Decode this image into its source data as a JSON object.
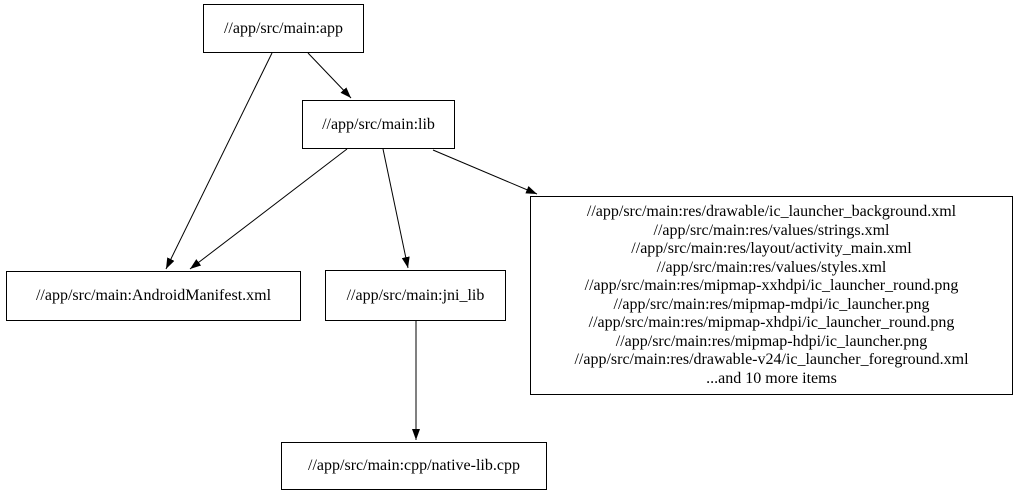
{
  "graph": {
    "background_color": "#ffffff",
    "node_border_color": "#000000",
    "edge_color": "#000000",
    "text_color": "#000000",
    "nodes": {
      "app": {
        "label": "//app/src/main:app"
      },
      "lib": {
        "label": "//app/src/main:lib"
      },
      "manifest": {
        "label": "//app/src/main:AndroidManifest.xml"
      },
      "jni_lib": {
        "label": "//app/src/main:jni_lib"
      },
      "native_lib": {
        "label": "//app/src/main:cpp/native-lib.cpp"
      },
      "resources": {
        "lines": [
          "//app/src/main:res/drawable/ic_launcher_background.xml",
          "//app/src/main:res/values/strings.xml",
          "//app/src/main:res/layout/activity_main.xml",
          "//app/src/main:res/values/styles.xml",
          "//app/src/main:res/mipmap-xxhdpi/ic_launcher_round.png",
          "//app/src/main:res/mipmap-mdpi/ic_launcher.png",
          "//app/src/main:res/mipmap-xhdpi/ic_launcher_round.png",
          "//app/src/main:res/mipmap-hdpi/ic_launcher.png",
          "//app/src/main:res/drawable-v24/ic_launcher_foreground.xml",
          "...and 10 more items"
        ]
      }
    },
    "edges": [
      {
        "from": "app",
        "to": "lib"
      },
      {
        "from": "app",
        "to": "manifest"
      },
      {
        "from": "lib",
        "to": "manifest"
      },
      {
        "from": "lib",
        "to": "jni_lib"
      },
      {
        "from": "lib",
        "to": "resources"
      },
      {
        "from": "jni_lib",
        "to": "native_lib"
      }
    ]
  }
}
